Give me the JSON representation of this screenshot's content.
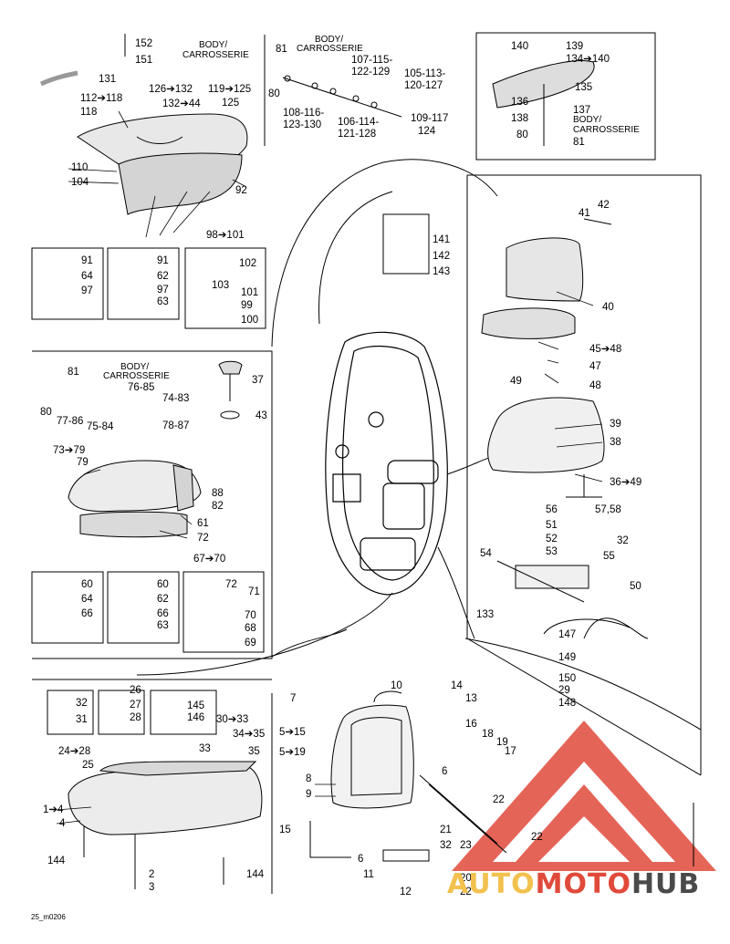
{
  "labels": {
    "l152": "152",
    "l151": "151",
    "body1": "BODY/",
    "carr1": "CARROSSERIE",
    "l131": "131",
    "l112_118": "112➔118",
    "l126_132": "126➔132",
    "l119_125": "119➔125",
    "l132_44": "132➔44",
    "l125": "125",
    "l118": "118",
    "l110": "110",
    "l104": "104",
    "l92": "92",
    "l98_101": "98➔101",
    "l91a": "91",
    "l64a": "64",
    "l97a": "97",
    "l91b": "91",
    "l62a": "62",
    "l97b": "97",
    "l63a": "63",
    "l103": "103",
    "l102": "102",
    "l101": "101",
    "l99": "99",
    "l100": "100",
    "l81a": "81",
    "body2": "BODY/",
    "carr2": "CARROSSERIE",
    "l80a": "80",
    "l107_115": "107-115-",
    "l122_129": "122-129",
    "l105_113": "105-113-",
    "l120_127": "120-127",
    "l108_116": "108-116-",
    "l123_130": "123-130",
    "l106_114": "106-114-",
    "l121_128": "121-128",
    "l109_117": "109-117",
    "l124": "124",
    "l140a": "140",
    "l139": "139",
    "l134_140": "134➔140",
    "l135": "135",
    "l136": "136",
    "l137": "137",
    "l138": "138",
    "body3": "BODY/",
    "carr3": "CARROSSERIE",
    "l80b": "80",
    "l81b": "81",
    "l141": "141",
    "l142": "142",
    "l143": "143",
    "l42": "42",
    "l41": "41",
    "l40": "40",
    "l45_48": "45➔48",
    "l47": "47",
    "l48": "48",
    "l49": "49",
    "l39": "39",
    "l38": "38",
    "l36_49": "36➔49",
    "l56": "56",
    "l57_58": "57,58",
    "l51": "51",
    "l52": "52",
    "l32a": "32",
    "l53": "53",
    "l54": "54",
    "l55": "55",
    "l50": "50",
    "l133": "133",
    "l147": "147",
    "l149": "149",
    "l150": "150",
    "l29": "29",
    "l148": "148",
    "l81c": "81",
    "body4": "BODY/",
    "carr4": "CARROSSERIE",
    "l76_85": "76-85",
    "l74_83": "74-83",
    "l80c": "80",
    "l77_86": "77-86",
    "l75_84": "75-84",
    "l78_87": "78-87",
    "l37": "37",
    "l43": "43",
    "l73_79": "73➔79",
    "l79": "79",
    "l88": "88",
    "l82": "82",
    "l61": "61",
    "l72a": "72",
    "l67_70": "67➔70",
    "l60a": "60",
    "l64b": "64",
    "l66a": "66",
    "l60b": "60",
    "l62b": "62",
    "l66b": "66",
    "l63b": "63",
    "l72b": "72",
    "l71": "71",
    "l70": "70",
    "l68": "68",
    "l69": "69",
    "l32b": "32",
    "l31": "31",
    "l26": "26",
    "l27": "27",
    "l28a": "28",
    "l145": "145",
    "l146": "146",
    "l30_33": "30➔33",
    "l34_35": "34➔35",
    "l24_28": "24➔28",
    "l25": "25",
    "l33": "33",
    "l35": "35",
    "l1_4": "1➔4",
    "l4": "4",
    "l144a": "144",
    "l2": "2",
    "l3": "3",
    "l144b": "144",
    "l7": "7",
    "l10": "10",
    "l14": "14",
    "l13": "13",
    "l5_15": "5➔15",
    "l16": "16",
    "l18": "18",
    "l19": "19",
    "l5_19": "5➔19",
    "l17": "17",
    "l6a": "6",
    "l8": "8",
    "l9": "9",
    "l22a": "22",
    "l15": "15",
    "l21": "21",
    "l32c": "32",
    "l23": "23",
    "l22b": "22",
    "l6b": "6",
    "l11": "11",
    "l20": "20",
    "l22c": "22",
    "l12": "12"
  },
  "footer_code": "25_m0206",
  "watermark": {
    "part1": "AUTO",
    "part2": "MOTO",
    "part3": "HUB",
    "red": "#e04a3a",
    "yellow": "#f2c14e",
    "gray": "#4a4a4a"
  }
}
